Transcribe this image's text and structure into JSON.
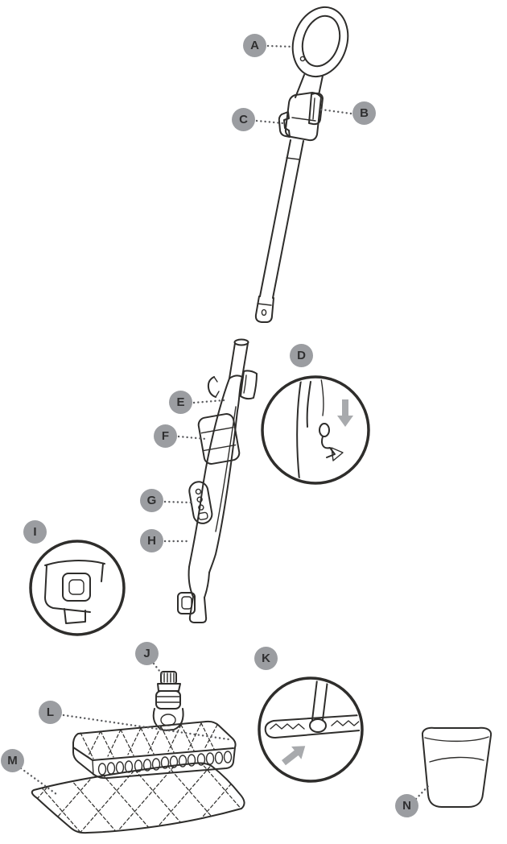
{
  "diagram": {
    "labels": [
      {
        "letter": "A"
      },
      {
        "letter": "B"
      },
      {
        "letter": "C"
      },
      {
        "letter": "D"
      },
      {
        "letter": "E"
      },
      {
        "letter": "F"
      },
      {
        "letter": "G"
      },
      {
        "letter": "H"
      },
      {
        "letter": "I"
      },
      {
        "letter": "J"
      },
      {
        "letter": "K"
      },
      {
        "letter": "L"
      },
      {
        "letter": "M"
      },
      {
        "letter": "N"
      }
    ],
    "colors": {
      "background": "#ffffff",
      "line_art": "#2e2d2b",
      "label_circle": "#9b9da1",
      "label_letter": "#2f2f30",
      "leader_dots": "#5a5b5e",
      "detail_arrow": "#a8aaad"
    }
  }
}
